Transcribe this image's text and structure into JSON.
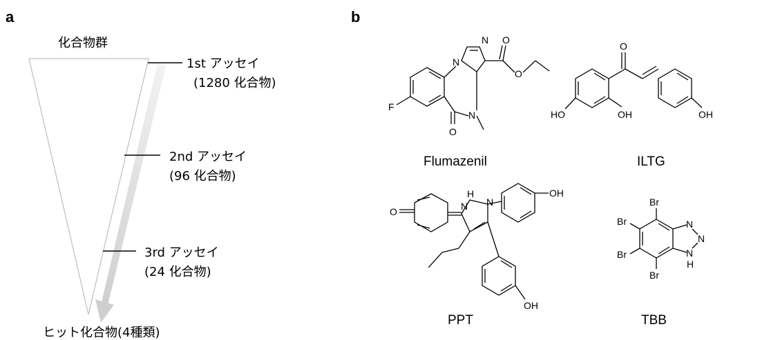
{
  "panel_a": {
    "letter": "a",
    "top_label": "化合物群",
    "bottom_label": "ヒット化合物(4種類)",
    "assays": [
      {
        "line1": "1st アッセイ",
        "line2": "(1280 化合物)"
      },
      {
        "line1": "2nd アッセイ",
        "line2": "(96 化合物)"
      },
      {
        "line1": "3rd アッセイ",
        "line2": "(24 化合物)"
      }
    ]
  },
  "panel_b": {
    "letter": "b",
    "compounds": [
      "Flumazenil",
      "ILTG",
      "PPT",
      "TBB"
    ],
    "atoms": {
      "N": "N",
      "O": "O",
      "F": "F",
      "HO": "HO",
      "OH": "OH",
      "H": "H",
      "Br": "Br"
    }
  }
}
